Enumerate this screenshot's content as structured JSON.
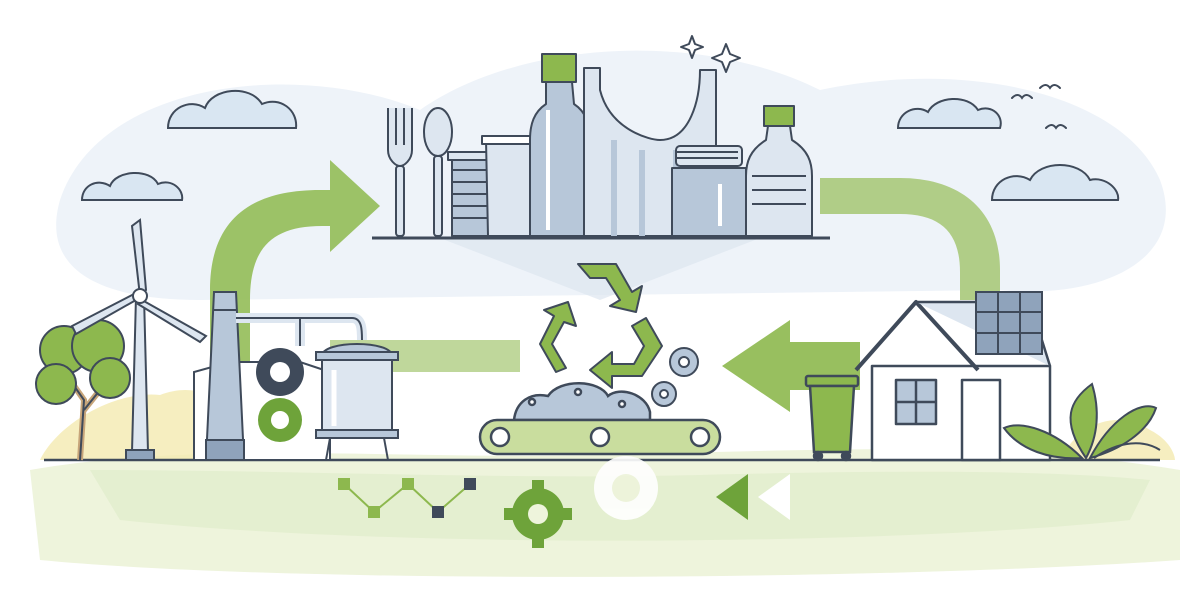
{
  "palette": {
    "green_light": "#c9dd9e",
    "green_mid": "#8db84e",
    "green_dark": "#6ea33a",
    "outline": "#3f4a5a",
    "steel_light": "#dde6f0",
    "steel_mid": "#b7c7d9",
    "steel_dark": "#8fa3bb",
    "cloud": "#d9e6f2",
    "sky": "#e8f0f8",
    "ground_light": "#eef4dc",
    "yellow_soft": "#f4eab0"
  },
  "icons": {
    "products_shelf": [
      "fork-icon",
      "spoon-icon",
      "tin-can-icon",
      "cup-icon",
      "glass-bottle-icon",
      "metal-sheet-icon",
      "jar-icon",
      "plastic-bottle-icon"
    ],
    "center": [
      "recycle-symbol-icon",
      "conveyor-belt-icon",
      "gear-icon"
    ],
    "left": [
      "wind-turbine-icon",
      "tree-icon",
      "factory-chimney-icon",
      "storage-tank-icon",
      "gear-icon"
    ],
    "right": [
      "house-icon",
      "solar-panel-icon",
      "trash-bin-icon",
      "plant-icon"
    ],
    "bottom": [
      "network-chain-icon",
      "gear-icon",
      "rewind-arrows-icon"
    ],
    "sky": [
      "cloud-icon",
      "birds-icon",
      "sparkle-icon"
    ]
  },
  "flow": [
    "green-arrow-to-products",
    "green-arrow-to-house",
    "green-arrow-to-recycling",
    "green-arrow-to-factory"
  ]
}
